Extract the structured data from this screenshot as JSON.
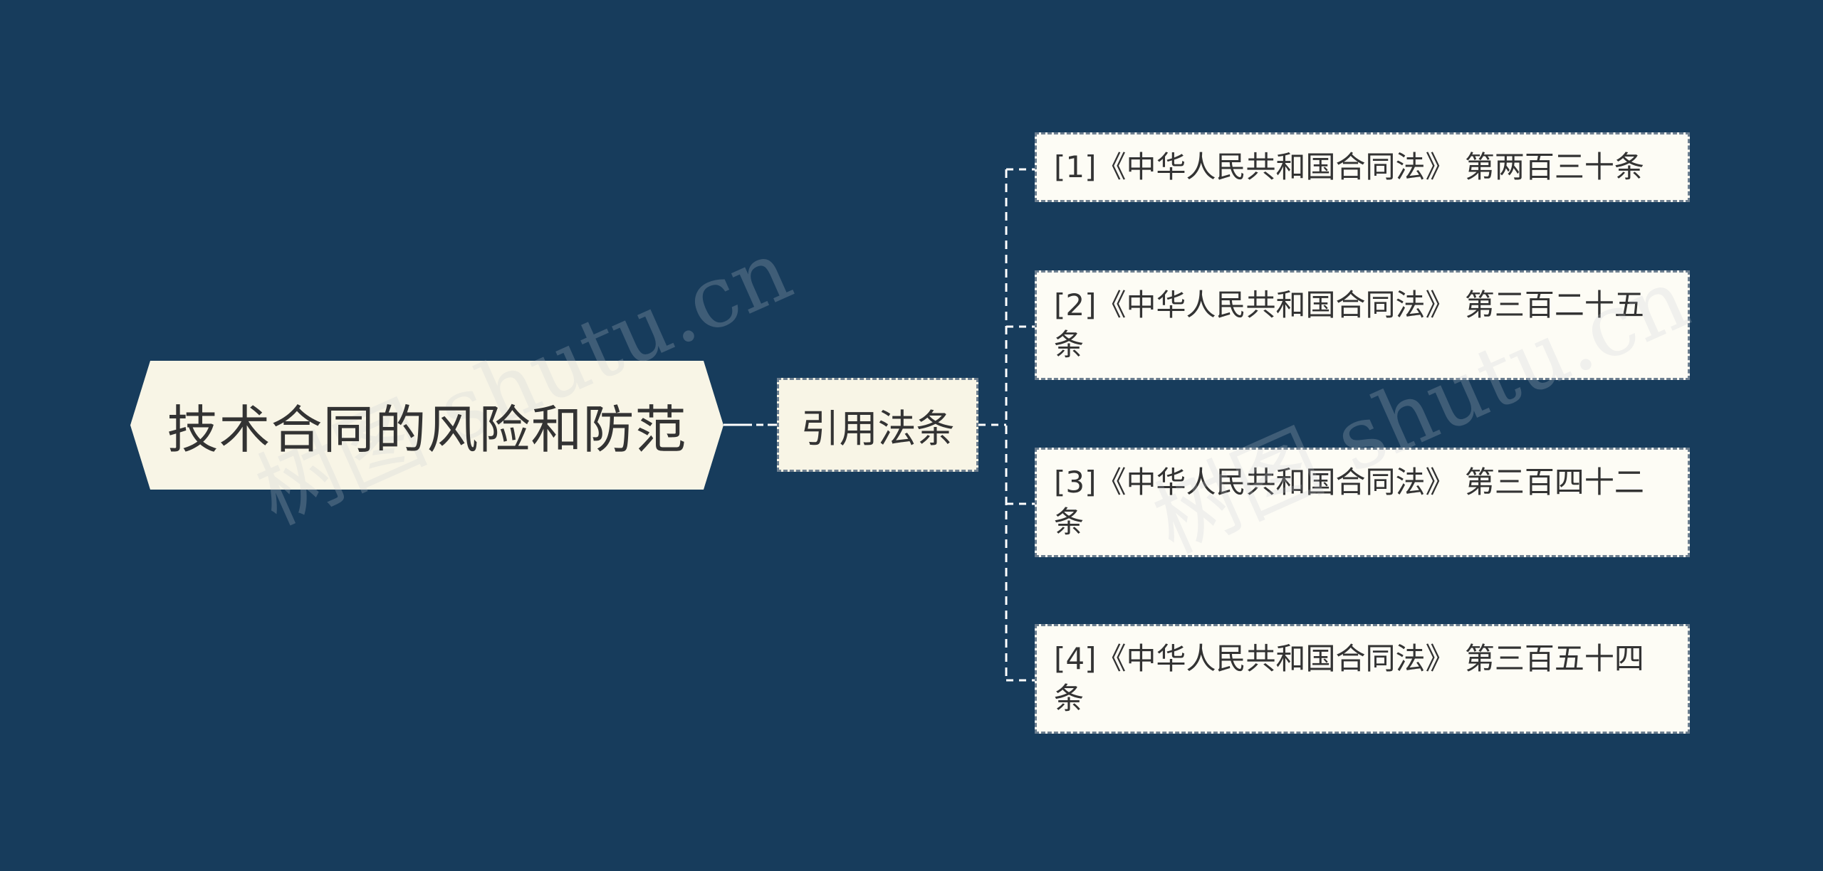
{
  "root": {
    "label": "技术合同的风险和防范"
  },
  "branch": {
    "label": "引用法条"
  },
  "leaves": [
    {
      "text": "[1]《中华人民共和国合同法》 第两百三十条"
    },
    {
      "text": "[2]《中华人民共和国合同法》 第三百二十五条"
    },
    {
      "text": "[3]《中华人民共和国合同法》 第三百四十二条"
    },
    {
      "text": "[4]《中华人民共和国合同法》 第三百五十四条"
    }
  ],
  "watermark": {
    "text": "树图 shutu.cn"
  },
  "colors": {
    "background": "#173c5c",
    "root_fill": "#f8f5e6",
    "branch_fill": "#f8f5e6",
    "leaf_fill": "#fdfcf5",
    "connector": "#ffffff",
    "node_border": "#6d7f90",
    "text": "#333333"
  }
}
